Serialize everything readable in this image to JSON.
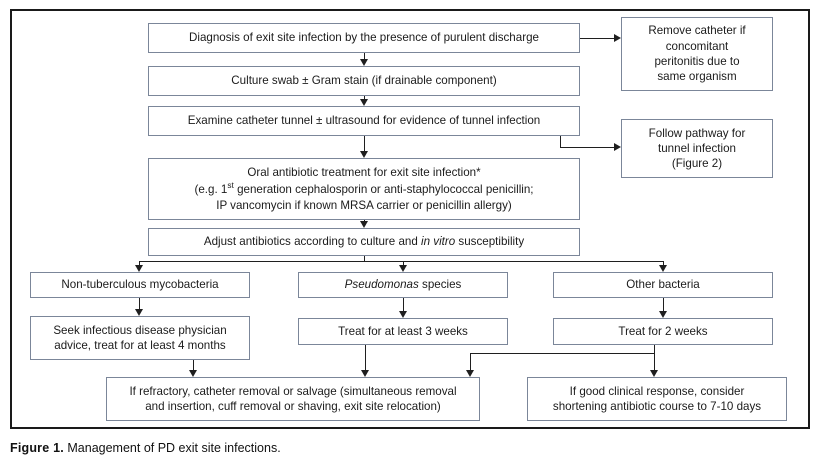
{
  "figure": {
    "caption_label": "Figure 1.",
    "caption_text": " Management of PD exit site infections."
  },
  "colors": {
    "node_border": "#7b8699",
    "connector": "#1f1f1f",
    "frame": "#1a1a1a",
    "background": "#ffffff"
  },
  "chart_data": {
    "type": "flowchart",
    "title": "Management of PD exit site infections",
    "nodes": [
      {
        "id": "diagnosis",
        "text": "Diagnosis of exit site infection by the presence of purulent discharge"
      },
      {
        "id": "culture-swab",
        "text": "Culture swab ± Gram stain (if drainable component)"
      },
      {
        "id": "examine-tunnel",
        "text": "Examine catheter tunnel ± ultrasound for evidence of tunnel infection"
      },
      {
        "id": "oral-antibiotic",
        "text": "Oral antibiotic treatment for exit site infection* (e.g. 1st generation cephalosporin or anti-staphylococcal penicillin; IP vancomycin if known MRSA carrier or penicillin allergy)"
      },
      {
        "id": "adjust-antibiotics",
        "text": "Adjust antibiotics according to culture and in vitro susceptibility"
      },
      {
        "id": "remove-catheter",
        "text": "Remove catheter if concomitant peritonitis due to same organism"
      },
      {
        "id": "follow-pathway",
        "text": "Follow pathway for tunnel infection (Figure 2)"
      },
      {
        "id": "mycobacteria",
        "text": "Non-tuberculous mycobacteria"
      },
      {
        "id": "pseudomonas",
        "text": "Pseudomonas species"
      },
      {
        "id": "other-bacteria",
        "text": "Other bacteria"
      },
      {
        "id": "seek-id-physician",
        "text": "Seek infectious disease physician advice, treat for at least 4 months"
      },
      {
        "id": "treat-3-weeks",
        "text": "Treat for at least 3 weeks"
      },
      {
        "id": "treat-2-weeks",
        "text": "Treat for 2 weeks"
      },
      {
        "id": "refractory",
        "text": "If refractory, catheter removal or salvage (simultaneous removal and insertion, cuff removal or shaving, exit site relocation)"
      },
      {
        "id": "good-response",
        "text": "If good clinical response, consider shortening antibiotic course to 7-10 days"
      }
    ],
    "edges": [
      {
        "from": "diagnosis",
        "to": "culture-swab"
      },
      {
        "from": "diagnosis",
        "to": "remove-catheter"
      },
      {
        "from": "culture-swab",
        "to": "examine-tunnel"
      },
      {
        "from": "examine-tunnel",
        "to": "oral-antibiotic"
      },
      {
        "from": "examine-tunnel",
        "to": "follow-pathway"
      },
      {
        "from": "oral-antibiotic",
        "to": "adjust-antibiotics"
      },
      {
        "from": "adjust-antibiotics",
        "to": "mycobacteria"
      },
      {
        "from": "adjust-antibiotics",
        "to": "pseudomonas"
      },
      {
        "from": "adjust-antibiotics",
        "to": "other-bacteria"
      },
      {
        "from": "mycobacteria",
        "to": "seek-id-physician"
      },
      {
        "from": "pseudomonas",
        "to": "treat-3-weeks"
      },
      {
        "from": "other-bacteria",
        "to": "treat-2-weeks"
      },
      {
        "from": "seek-id-physician",
        "to": "refractory"
      },
      {
        "from": "treat-3-weeks",
        "to": "refractory"
      },
      {
        "from": "treat-2-weeks",
        "to": "refractory"
      },
      {
        "from": "treat-2-weeks",
        "to": "good-response"
      }
    ]
  },
  "flow": {
    "diagnosis": {
      "line1": "Diagnosis of exit site infection by the presence of purulent discharge"
    },
    "culture_swab": {
      "line1": "Culture swab ± Gram stain (if drainable component)"
    },
    "examine_tunnel": {
      "line1": "Examine catheter tunnel ± ultrasound for evidence of tunnel infection"
    },
    "oral_antibiotic": {
      "line1": "Oral antibiotic treatment for exit site infection*",
      "line2_a": "(e.g. 1",
      "line2_sup": "st",
      "line2_b": " generation cephalosporin or anti-staphylococcal penicillin;",
      "line3": "IP vancomycin if known MRSA carrier or penicillin allergy)"
    },
    "adjust_antibiotics": {
      "pre": "Adjust antibiotics according to culture and ",
      "italic": "in vitro",
      "post": " susceptibility"
    },
    "remove_catheter": {
      "line1": "Remove catheter if",
      "line2": "concomitant",
      "line3": "peritonitis due to",
      "line4": "same organism"
    },
    "follow_pathway": {
      "line1": "Follow pathway for",
      "line2": "tunnel infection",
      "line3": "(Figure 2)"
    },
    "mycobacteria": {
      "line1": "Non-tuberculous mycobacteria"
    },
    "pseudomonas": {
      "italic": "Pseudomonas",
      "post": " species"
    },
    "other_bacteria": {
      "line1": "Other bacteria"
    },
    "seek_id_physician": {
      "line1": "Seek infectious disease physician",
      "line2": "advice, treat for at least 4 months"
    },
    "treat_3_weeks": {
      "line1": "Treat for at least 3 weeks"
    },
    "treat_2_weeks": {
      "line1": "Treat for 2 weeks"
    },
    "refractory": {
      "line1": "If refractory, catheter removal or salvage (simultaneous removal",
      "line2": "and insertion, cuff removal or shaving, exit site relocation)"
    },
    "good_response": {
      "line1": "If good clinical response, consider",
      "line2": "shortening antibiotic course to 7-10 days"
    }
  }
}
